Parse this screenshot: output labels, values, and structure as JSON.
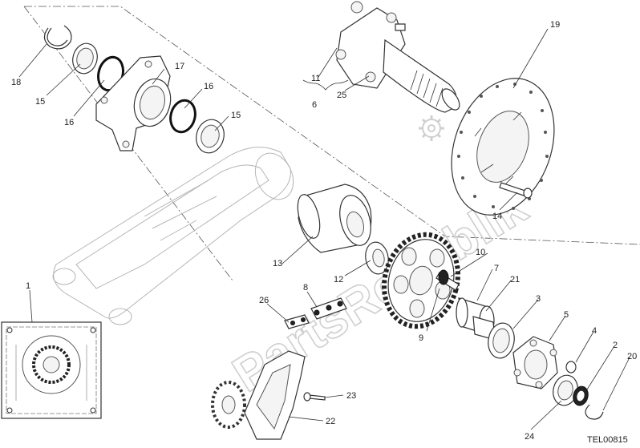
{
  "diagram": {
    "drawing_code": "TEL00815",
    "watermark": "PartsRepublik",
    "labels": [
      "1",
      "2",
      "3",
      "4",
      "5",
      "6",
      "7",
      "8",
      "9",
      "10",
      "11",
      "12",
      "13",
      "14",
      "15",
      "15",
      "16",
      "16",
      "17",
      "18",
      "19",
      "20",
      "21",
      "22",
      "23",
      "24",
      "25",
      "26"
    ]
  }
}
